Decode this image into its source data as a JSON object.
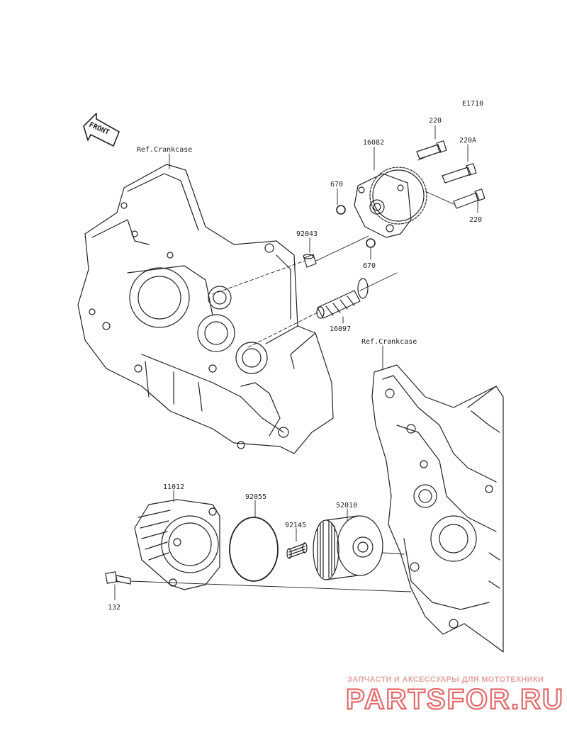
{
  "diagram_code": "E1710",
  "front_label": "FRONT",
  "ref_labels": [
    "Ref.Crankcase",
    "Ref.Crankcase"
  ],
  "parts": [
    {
      "id": "220",
      "name": "bolt-220-top"
    },
    {
      "id": "220A",
      "name": "bolt-220a"
    },
    {
      "id": "220",
      "name": "bolt-220-bottom"
    },
    {
      "id": "16082",
      "name": "oil-pump"
    },
    {
      "id": "670",
      "name": "o-ring-670-upper"
    },
    {
      "id": "670",
      "name": "o-ring-670-lower"
    },
    {
      "id": "92043",
      "name": "dowel-pin"
    },
    {
      "id": "16097",
      "name": "oil-strainer"
    },
    {
      "id": "11012",
      "name": "oil-filter-cover"
    },
    {
      "id": "92055",
      "name": "o-ring-92055"
    },
    {
      "id": "92145",
      "name": "spring"
    },
    {
      "id": "52010",
      "name": "oil-filter"
    },
    {
      "id": "132",
      "name": "bolt-132"
    }
  ],
  "watermark": {
    "tagline": "ЗАПЧАСТИ И АКСЕССУАРЫ ДЛЯ МОТОТЕХНИКИ",
    "brand": "PARTSFOR.RU",
    "color": "#e46a6a"
  }
}
